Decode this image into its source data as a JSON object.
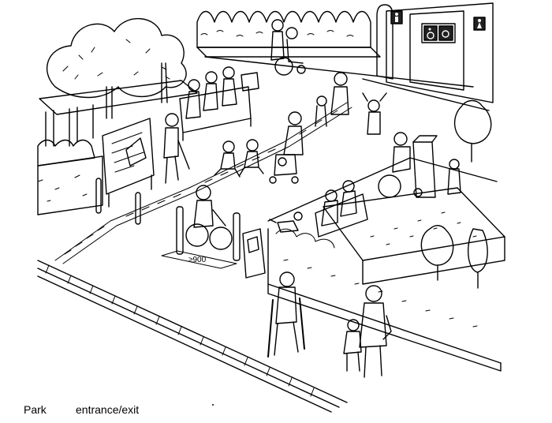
{
  "caption": {
    "park": "Park",
    "entrance": "entrance/exit"
  },
  "dimension_label": "≥900",
  "icons": [
    "wheelchair-icon",
    "accessible-toilet-icon",
    "female-toilet-icon",
    "male-toilet-icon",
    "ticket-machine-icon"
  ],
  "colors": {
    "ink": "#000000",
    "paper": "#ffffff",
    "sign": "#222222"
  }
}
